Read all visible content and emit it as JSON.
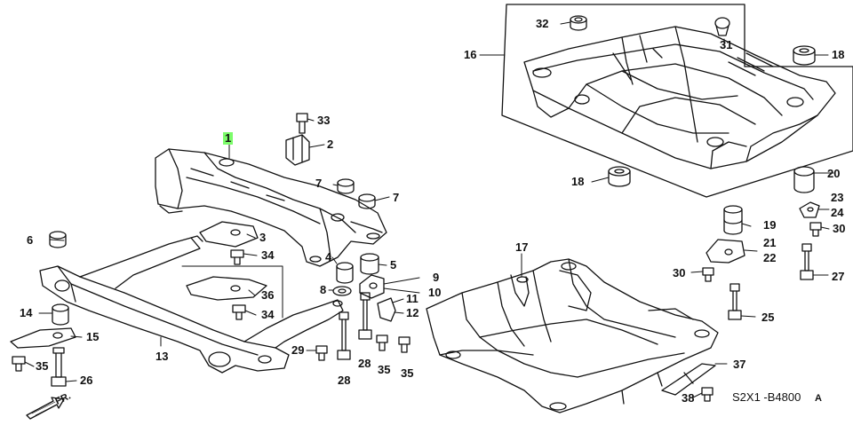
{
  "diagram": {
    "callouts": {
      "c1": "1",
      "c2": "2",
      "c3": "3",
      "c4": "4",
      "c5": "5",
      "c6": "6",
      "c7a": "7",
      "c7b": "7",
      "c8": "8",
      "c9": "9",
      "c10": "10",
      "c11": "11",
      "c12": "12",
      "c13": "13",
      "c14": "14",
      "c15": "15",
      "c16": "16",
      "c17": "17",
      "c18a": "18",
      "c18b": "18",
      "c19": "19",
      "c20": "20",
      "c21": "21",
      "c22": "22",
      "c23": "23",
      "c24": "24",
      "c25": "25",
      "c26": "26",
      "c27": "27",
      "c28a": "28",
      "c28b": "28",
      "c29": "29",
      "c30a": "30",
      "c30b": "30",
      "c31": "31",
      "c32": "32",
      "c33": "33",
      "c34a": "34",
      "c34b": "34",
      "c35a": "35",
      "c35b": "35",
      "c35c": "35",
      "c36": "36",
      "c37": "37",
      "c38": "38"
    },
    "front_marker": "FR.",
    "drawing_code": "S2X1  -B4800",
    "drawing_code_suffix": "A",
    "highlight_color": "#7CFC6A",
    "line_color": "#111111"
  }
}
